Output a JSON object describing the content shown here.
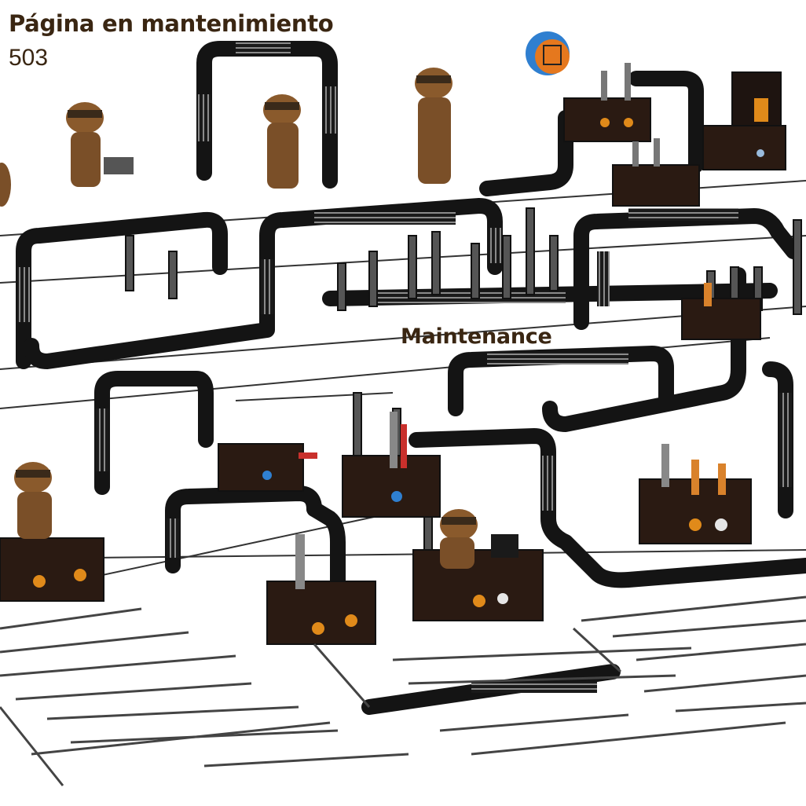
{
  "page": {
    "title": "Página en mantenimiento",
    "status_code": "503",
    "image_label": "Maintenance"
  },
  "colors": {
    "text": "#3a2612",
    "pipe": "#141414",
    "console": "#2a1a12",
    "fur": "#8a5a2c",
    "knob_orange": "#e08a1a",
    "gauge_blue": "#2f7fd0"
  },
  "illustration": {
    "subject": "maintenance-pipeline-scene",
    "icons": [
      "pipe-network",
      "control-console",
      "furry-technician",
      "valve-gauge"
    ]
  }
}
